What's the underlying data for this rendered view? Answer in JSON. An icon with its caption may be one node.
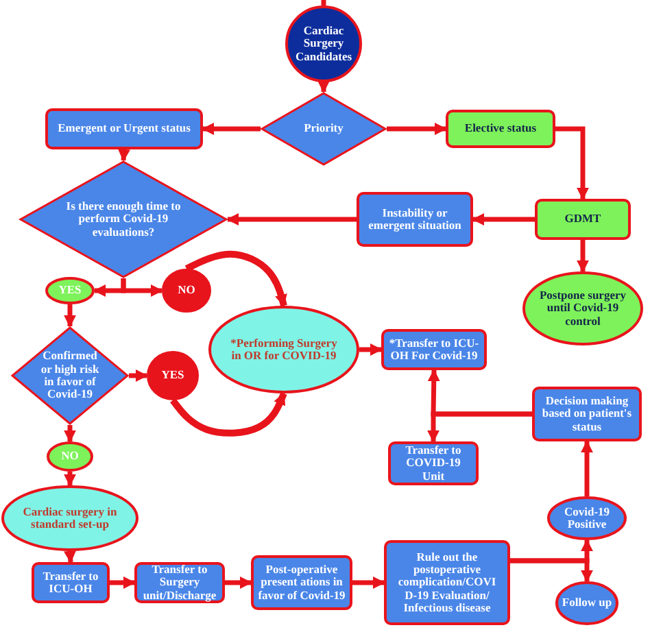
{
  "diagram": {
    "nodes": [
      {
        "text": [
          "Cardiac Surgery Candidates"
        ]
      },
      {
        "text": [
          "Priority"
        ]
      },
      {
        "text": [
          "Emergent or Urgent status"
        ]
      },
      {
        "text": [
          "Elective status"
        ]
      },
      {
        "text": [
          "Is there enough time to perform Covid-19 evaluations?"
        ]
      },
      {
        "text": [
          "Instability or emergent situation"
        ]
      },
      {
        "text": [
          "GDMT"
        ]
      },
      {
        "text": [
          "Postpone surgery until Covid-19 control"
        ]
      },
      {
        "text": [
          "YES"
        ]
      },
      {
        "text": [
          "NO"
        ]
      },
      {
        "text": [
          "*Performing Surgery in OR for COVID-19"
        ]
      },
      {
        "text": [
          "*Transfer to ICU-OH For Covid-19"
        ]
      },
      {
        "text": [
          "Confirmed or high risk in favor of Covid-19"
        ]
      },
      {
        "text": [
          "YES"
        ]
      },
      {
        "text": [
          "Decision making based on patient's status"
        ]
      },
      {
        "text": [
          "Transfer to COVID-19 Unit"
        ]
      },
      {
        "text": [
          "NO"
        ]
      },
      {
        "text": [
          "Cardiac surgery in standard set-up"
        ]
      },
      {
        "text": [
          "Covid-19 Positive"
        ]
      },
      {
        "text": [
          "Transfer to ICU-OH"
        ]
      },
      {
        "text": [
          "Transfer to Surgery unit/Discharge"
        ]
      },
      {
        "text": [
          "Post-operative present ations in favor of Covid-19"
        ]
      },
      {
        "text": [
          "Rule out the postoperative complication/COVI D-19 Evaluation/ Infectious disease"
        ]
      },
      {
        "text": [
          "Follow up"
        ]
      }
    ],
    "edges": [
      {
        "from": null,
        "to": 0,
        "arrow": "none"
      },
      {
        "from": 0,
        "to": 1,
        "arrow": "to"
      },
      {
        "from": 1,
        "to": 2,
        "arrow": "to"
      },
      {
        "from": 1,
        "to": 3,
        "arrow": "to"
      },
      {
        "from": 2,
        "to": 4,
        "arrow": "to"
      },
      {
        "from": 3,
        "to": 6,
        "arrow": "to"
      },
      {
        "from": 6,
        "to": 5,
        "arrow": "to"
      },
      {
        "from": 5,
        "to": 4,
        "arrow": "to"
      },
      {
        "from": 6,
        "to": 7,
        "arrow": "to"
      },
      {
        "from": 4,
        "to": 8,
        "arrow": "to"
      },
      {
        "from": 4,
        "to": 9,
        "arrow": "to"
      },
      {
        "from": 9,
        "to": 10,
        "arrow": "to"
      },
      {
        "from": 8,
        "to": 12,
        "arrow": "to"
      },
      {
        "from": 12,
        "to": 13,
        "arrow": "to"
      },
      {
        "from": 13,
        "to": 10,
        "arrow": "to"
      },
      {
        "from": 10,
        "to": 11,
        "arrow": "to"
      },
      {
        "from": 12,
        "to": 16,
        "arrow": "to"
      },
      {
        "from": 16,
        "to": 17,
        "arrow": "to"
      },
      {
        "from": 17,
        "to": 19,
        "arrow": "to"
      },
      {
        "from": 19,
        "to": 20,
        "arrow": "to"
      },
      {
        "from": 20,
        "to": 21,
        "arrow": "to"
      },
      {
        "from": 21,
        "to": 22,
        "arrow": "to"
      },
      {
        "from": 22,
        "to": 18,
        "arrow": "to"
      },
      {
        "from": 22,
        "to": 23,
        "arrow": "to"
      },
      {
        "from": 18,
        "to": 14,
        "arrow": "to"
      },
      {
        "from": 14,
        "to": 11,
        "arrow": "to"
      },
      {
        "from": 14,
        "to": 15,
        "arrow": "to"
      }
    ]
  }
}
